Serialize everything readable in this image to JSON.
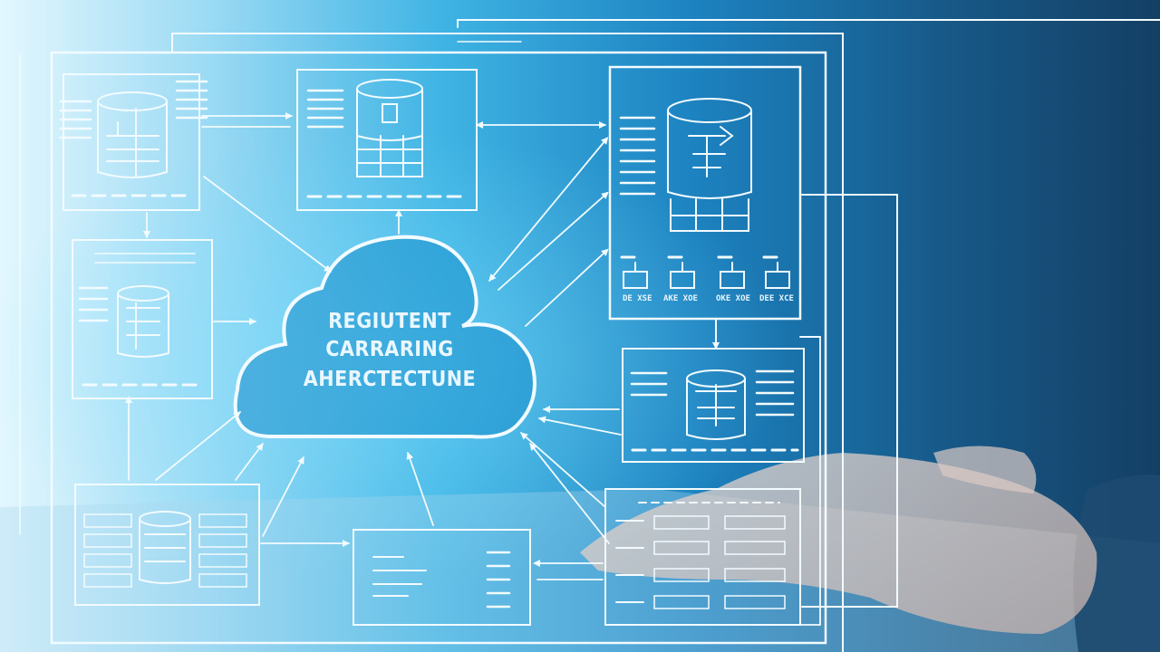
{
  "cloud": {
    "title_lines": [
      "REGIUTENT",
      "CARRARING",
      "AHERCTECTUNE"
    ]
  },
  "server_labels": [
    "DE XSE",
    "AKE XOE",
    "OKE XOE",
    "DEE XCE"
  ],
  "colors": {
    "background_left": "#d9f3fd",
    "background_mid": "#3fb3e3",
    "background_right": "#14476f",
    "line": "#f2fbff",
    "cloud_fill": "#1b8ecb"
  },
  "icons": [
    "database-icon",
    "cloud-icon",
    "server-icon",
    "document-icon",
    "arrow-icon"
  ]
}
